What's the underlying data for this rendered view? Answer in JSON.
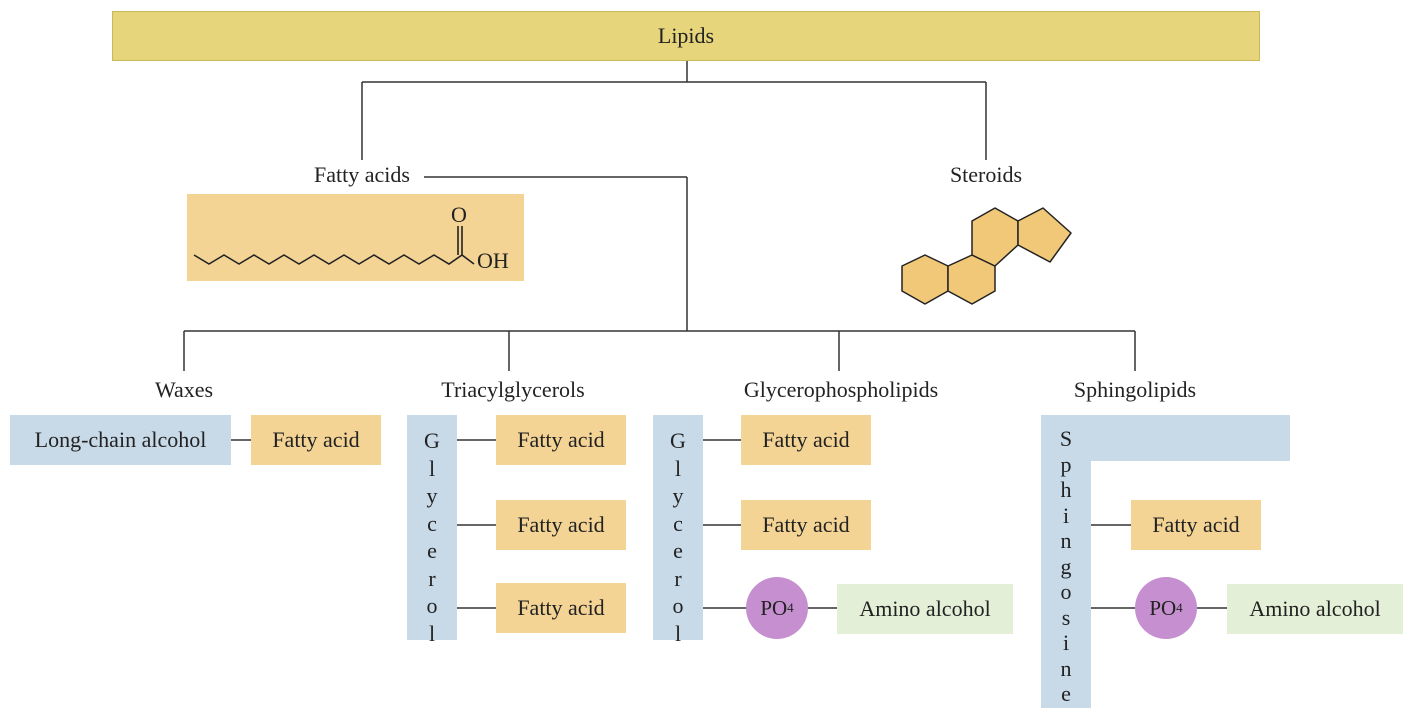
{
  "root": {
    "label": "Lipids"
  },
  "level1": {
    "fatty_acids": "Fatty acids",
    "steroids": "Steroids"
  },
  "fatty_acid_molecule": {
    "o_label": "O",
    "oh_label": "OH"
  },
  "classes": {
    "waxes": "Waxes",
    "triacylglycerols": "Triacylglycerols",
    "glycerophospholipids": "Glycerophospholipids",
    "sphingolipids": "Sphingolipids"
  },
  "waxes": {
    "alcohol": "Long-chain alcohol",
    "fatty_acid": "Fatty acid"
  },
  "triacylglycerols": {
    "backbone_letters": [
      "G",
      "l",
      "y",
      "c",
      "e",
      "r",
      "o",
      "l"
    ],
    "chains": [
      "Fatty acid",
      "Fatty acid",
      "Fatty acid"
    ]
  },
  "glycerophospholipids": {
    "backbone_letters": [
      "G",
      "l",
      "y",
      "c",
      "e",
      "r",
      "o",
      "l"
    ],
    "chains": [
      "Fatty acid",
      "Fatty acid"
    ],
    "phosphate": "PO",
    "phosphate_sub": "4",
    "head": "Amino alcohol"
  },
  "sphingolipids": {
    "backbone_letters": [
      "S",
      "p",
      "h",
      "i",
      "n",
      "g",
      "o",
      "s",
      "i",
      "n",
      "e"
    ],
    "chain": "Fatty acid",
    "phosphate": "PO",
    "phosphate_sub": "4",
    "head": "Amino alcohol"
  },
  "colors": {
    "root_fill": "#e6d57a",
    "fatty_acid_fill": "#f3d495",
    "backbone_fill": "#c8d9e8",
    "head_fill": "#e3efd6",
    "phosphate_fill": "#c58fd0",
    "steroid_fill": "#f0c878"
  }
}
